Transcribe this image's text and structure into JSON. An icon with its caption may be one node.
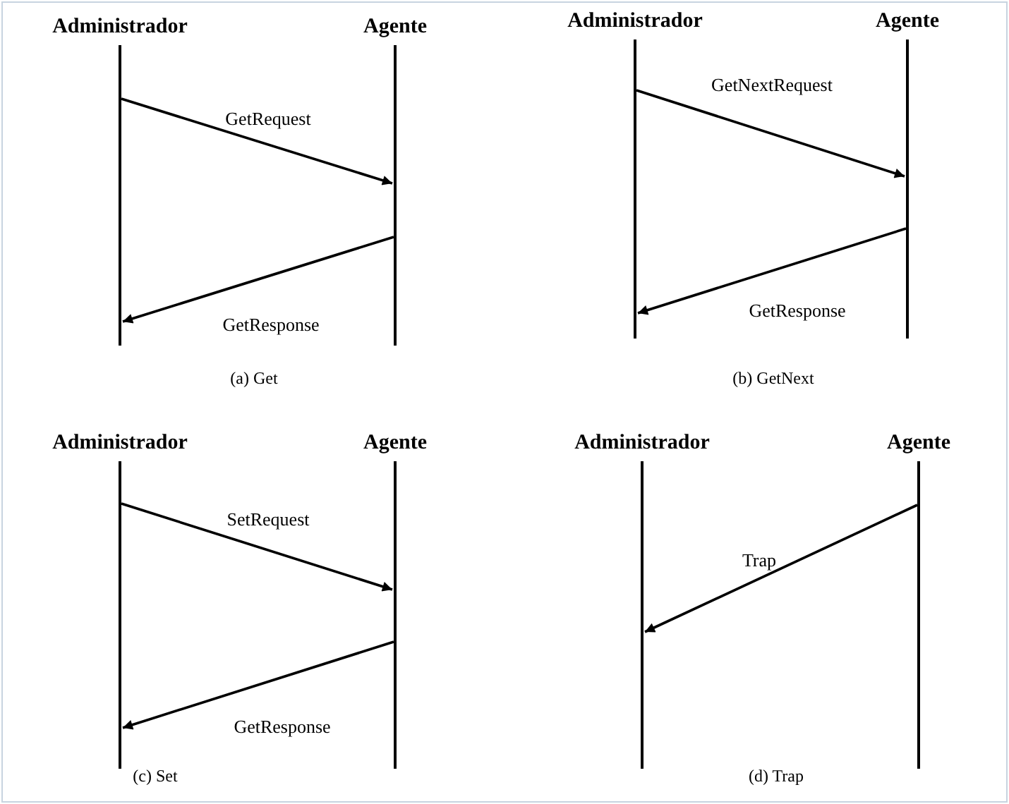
{
  "diagram": {
    "nodes": [
      {
        "text": [
          "Administrador"
        ]
      },
      {
        "text": [
          "Agente"
        ]
      },
      {
        "text": [
          "Administrador"
        ]
      },
      {
        "text": [
          "Agente"
        ]
      },
      {
        "text": [
          "Administrador"
        ]
      },
      {
        "text": [
          "Agente"
        ]
      },
      {
        "text": [
          "Administrador"
        ]
      },
      {
        "text": [
          "Agente"
        ]
      }
    ],
    "edges": [
      {
        "from": 0,
        "to": 1,
        "arrow": "to",
        "label": "GetRequest"
      },
      {
        "from": 1,
        "to": 0,
        "arrow": "to",
        "label": "GetResponse"
      },
      {
        "from": 2,
        "to": 3,
        "arrow": "to",
        "label": "GetNextRequest"
      },
      {
        "from": 3,
        "to": 2,
        "arrow": "to",
        "label": "GetResponse"
      },
      {
        "from": 4,
        "to": 5,
        "arrow": "to",
        "label": "SetRequest"
      },
      {
        "from": 5,
        "to": 4,
        "arrow": "to",
        "label": "GetResponse"
      },
      {
        "from": 7,
        "to": 6,
        "arrow": "to",
        "label": "Trap"
      }
    ],
    "labels": [
      "(a) Get",
      "(b) GetNext",
      "(c) Set",
      "(d) Trap"
    ]
  }
}
